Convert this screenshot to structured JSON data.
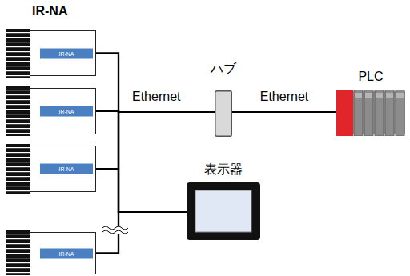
{
  "diagram": {
    "nodes": [
      {
        "text": [
          "IR-NA"
        ]
      },
      {
        "text": [
          "IR-NA"
        ]
      },
      {
        "text": [
          "IR-NA"
        ]
      },
      {
        "text": [
          "IR-NA"
        ]
      },
      {
        "text": [
          "ハブ"
        ]
      },
      {
        "text": [
          "PLC"
        ]
      },
      {
        "text": [
          "表示器"
        ]
      }
    ],
    "edges": [
      {
        "from": 0,
        "to": 4,
        "arrow": "none"
      },
      {
        "from": 1,
        "to": 4,
        "arrow": "none"
      },
      {
        "from": 2,
        "to": 4,
        "arrow": "none"
      },
      {
        "from": 3,
        "to": 4,
        "arrow": "none"
      },
      {
        "from": 0,
        "to": 6,
        "arrow": "none"
      },
      {
        "from": 1,
        "to": 6,
        "arrow": "none"
      },
      {
        "from": 2,
        "to": 6,
        "arrow": "none"
      },
      {
        "from": 3,
        "to": 6,
        "arrow": "none"
      },
      {
        "from": 4,
        "to": 5,
        "label": "Ethernet",
        "arrow": "none"
      }
    ],
    "labels": [
      "IR-NA",
      "Ethernet"
    ]
  }
}
